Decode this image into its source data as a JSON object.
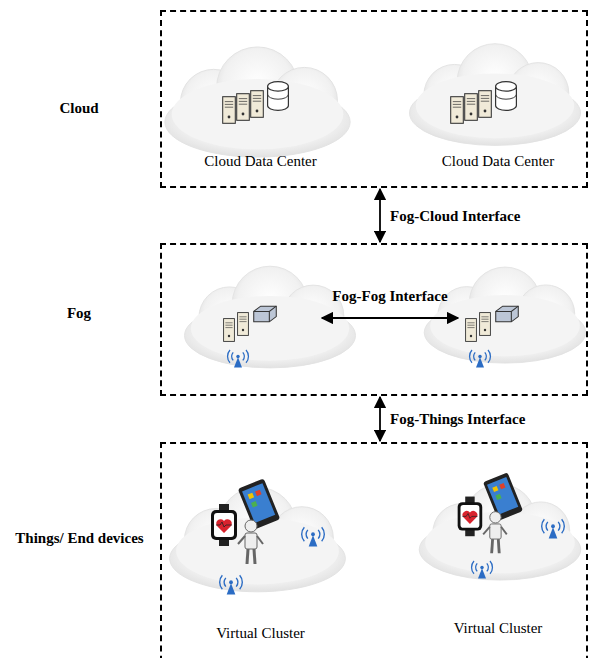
{
  "diagram": {
    "nodes": [
      {
        "text": [
          "Cloud"
        ]
      },
      {
        "text": [
          "Cloud Data Center"
        ],
        "in": 0
      },
      {
        "text": [
          "Cloud Data Center"
        ],
        "in": 0
      },
      {
        "text": [
          "Fog"
        ]
      },
      {
        "text": [
          "Things/ End devices"
        ]
      },
      {
        "text": [
          "Virtual Cluster"
        ],
        "in": 4
      },
      {
        "text": [
          "Virtual Cluster"
        ],
        "in": 4
      }
    ],
    "edges": [
      {
        "from": 0,
        "to": 3,
        "label": "Fog-Cloud Interface",
        "arrow": "both"
      },
      {
        "from": 3,
        "to": 4,
        "label": "Fog-Things Interface",
        "arrow": "both"
      }
    ],
    "labels": [
      "Fog-Fog Interface"
    ]
  }
}
